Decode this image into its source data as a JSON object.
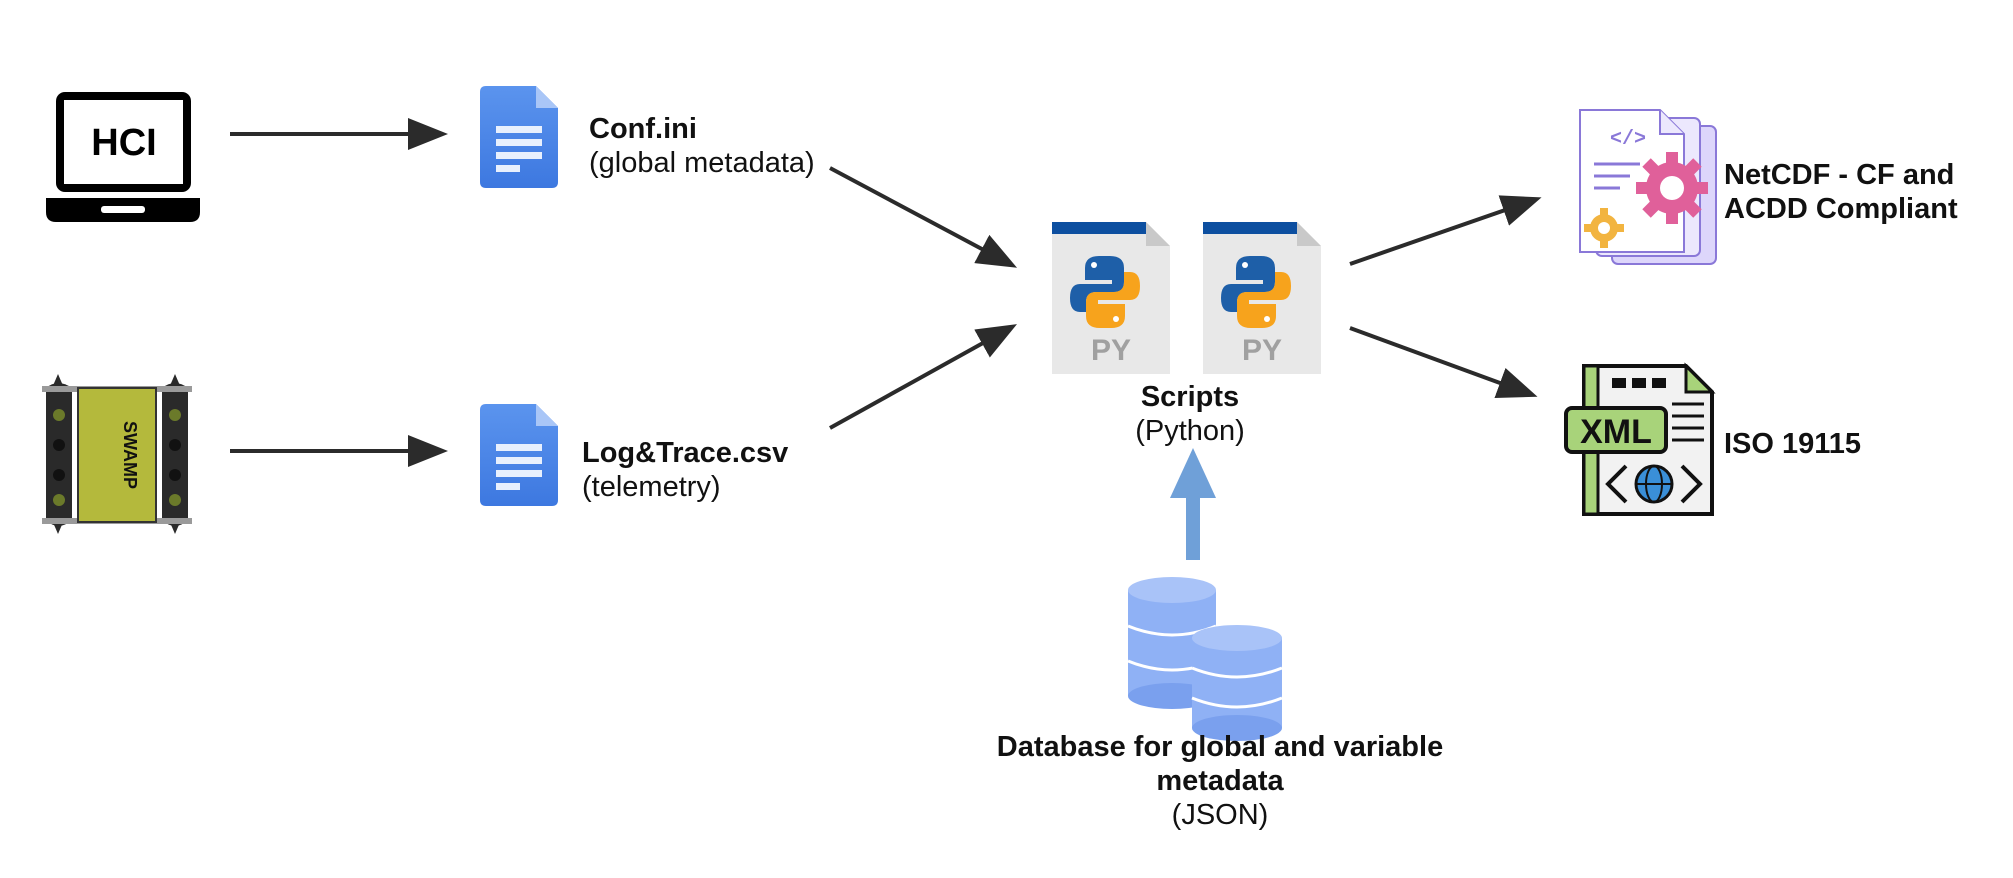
{
  "hci_label": "HCI",
  "robot_label": "SWAMP",
  "py_label_left": "PY",
  "py_label_right": "PY",
  "xml_label": "XML",
  "conf": {
    "name": "Conf.ini",
    "desc": "(global metadata)"
  },
  "log": {
    "name": "Log&Trace.csv",
    "desc": "(telemetry)"
  },
  "scripts": {
    "name": "Scripts",
    "desc": "(Python)"
  },
  "database": {
    "name_line1": "Database for global and variable",
    "name_line2": "metadata",
    "desc": "(JSON)"
  },
  "netcdf": {
    "line1": "NetCDF - CF and",
    "line2": "ACDD Compliant"
  },
  "iso": {
    "label": "ISO 19115"
  },
  "colors": {
    "arrow": "#2b2b2b",
    "doc_blue": "#4a86e8",
    "doc_blue_light": "#8ab4f8",
    "db_blue": "#8fb1f5",
    "up_arrow": "#6fa0d8",
    "py_header": "#0d4fa0",
    "py_body": "#e8e8e8",
    "swamp_green": "#b4b93c",
    "xml_green": "#a8d37a",
    "netcdf_purple": "#8a78d8",
    "netcdf_pink": "#e0609a"
  }
}
